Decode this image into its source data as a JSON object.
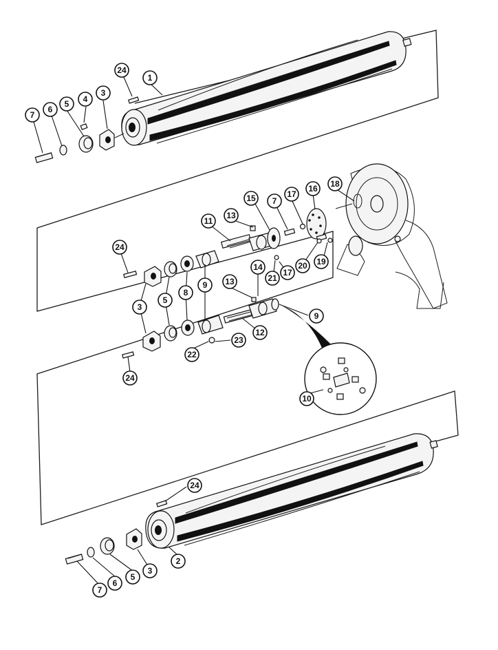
{
  "callouts": [
    {
      "id": "c-1a",
      "label": "1"
    },
    {
      "id": "c-24a",
      "label": "24"
    },
    {
      "id": "c-3a",
      "label": "3"
    },
    {
      "id": "c-4a",
      "label": "4"
    },
    {
      "id": "c-5a",
      "label": "5"
    },
    {
      "id": "c-6a",
      "label": "6"
    },
    {
      "id": "c-7a",
      "label": "7"
    },
    {
      "id": "c-18",
      "label": "18"
    },
    {
      "id": "c-16",
      "label": "16"
    },
    {
      "id": "c-17a",
      "label": "17"
    },
    {
      "id": "c-7b",
      "label": "7"
    },
    {
      "id": "c-15",
      "label": "15"
    },
    {
      "id": "c-13a",
      "label": "13"
    },
    {
      "id": "c-11",
      "label": "11"
    },
    {
      "id": "c-24b",
      "label": "24"
    },
    {
      "id": "c-20",
      "label": "20"
    },
    {
      "id": "c-19",
      "label": "19"
    },
    {
      "id": "c-21",
      "label": "21"
    },
    {
      "id": "c-17b",
      "label": "17"
    },
    {
      "id": "c-14",
      "label": "14"
    },
    {
      "id": "c-13b",
      "label": "13"
    },
    {
      "id": "c-8",
      "label": "8"
    },
    {
      "id": "c-9a",
      "label": "9"
    },
    {
      "id": "c-5b",
      "label": "5"
    },
    {
      "id": "c-3b",
      "label": "3"
    },
    {
      "id": "c-9b",
      "label": "9"
    },
    {
      "id": "c-12",
      "label": "12"
    },
    {
      "id": "c-23",
      "label": "23"
    },
    {
      "id": "c-22",
      "label": "22"
    },
    {
      "id": "c-24c",
      "label": "24"
    },
    {
      "id": "c-10",
      "label": "10"
    },
    {
      "id": "c-24d",
      "label": "24"
    },
    {
      "id": "c-2",
      "label": "2"
    },
    {
      "id": "c-3c",
      "label": "3"
    },
    {
      "id": "c-5c",
      "label": "5"
    },
    {
      "id": "c-6b",
      "label": "6"
    },
    {
      "id": "c-7c",
      "label": "7"
    }
  ]
}
